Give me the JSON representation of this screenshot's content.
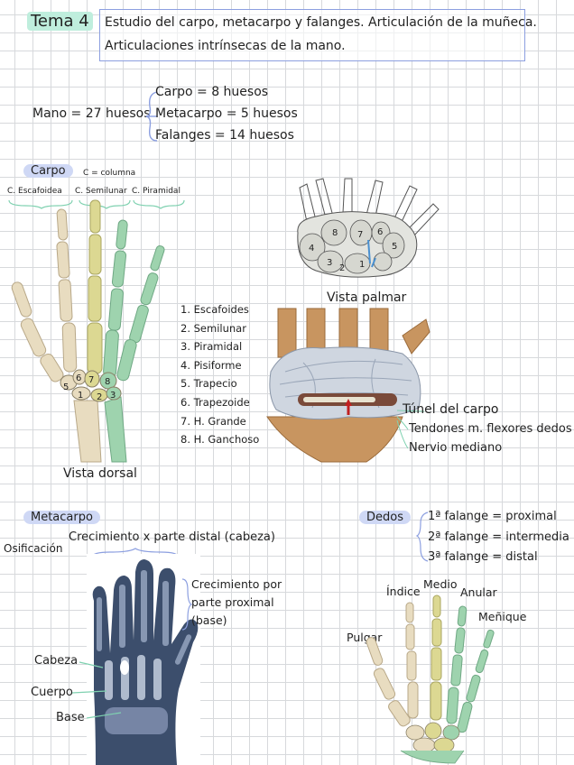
{
  "header": {
    "tema": "Tema 4",
    "title_line1": "Estudio del carpo, metacarpo y falanges. Articulación de la muñeca.",
    "title_line2": "Articulaciones intrínsecas de la mano."
  },
  "mano": {
    "label": "Mano = 27 huesos",
    "items": [
      "Carpo = 8 huesos",
      "Metacarpo = 5 huesos",
      "Falanges = 14 huesos"
    ]
  },
  "carpo": {
    "heading": "Carpo",
    "note": "C = columna",
    "columns": [
      "C. Escafoidea",
      "C. Semilunar",
      "C. Piramidal"
    ],
    "bones": [
      "1. Escafoides",
      "2. Semilunar",
      "3. Piramidal",
      "4. Pisiforme",
      "5. Trapecio",
      "6. Trapezoide",
      "7. H. Grande",
      "8. H. Ganchoso"
    ],
    "dorsal_caption": "Vista dorsal",
    "palmar_caption": "Vista palmar",
    "palmar_numbers": [
      "8",
      "7",
      "6",
      "4",
      "3",
      "2",
      "1",
      "5"
    ],
    "dorsal_numbers": [
      "5",
      "6",
      "7",
      "8",
      "1",
      "2",
      "3"
    ],
    "tunnel_labels": [
      "Túnel del carpo",
      "Tendones m. flexores dedos",
      "Nervio mediano"
    ]
  },
  "metacarpo": {
    "heading": "Metacarpo",
    "ossification": "Osificación",
    "growth_distal": "Crecimiento x parte distal (cabeza)",
    "growth_proximal_1": "Crecimiento por",
    "growth_proximal_2": "parte proximal",
    "growth_proximal_3": "(base)",
    "parts": [
      "Cabeza",
      "Cuerpo",
      "Base"
    ]
  },
  "dedos": {
    "heading": "Dedos",
    "phalanges": [
      "1ª falange = proximal",
      "2ª falange = intermedia",
      "3ª falange = distal"
    ],
    "fingers": [
      "Índice",
      "Medio",
      "Anular",
      "Meñique",
      "Pulgar"
    ]
  },
  "colors": {
    "bone": "#e8dcc0",
    "yellow_column": "#dcd892",
    "green_column": "#9ed3ae",
    "highlight_green": "#bfeedd",
    "highlight_blue": "#cfd8f5",
    "xray": "#3c4e6c"
  }
}
